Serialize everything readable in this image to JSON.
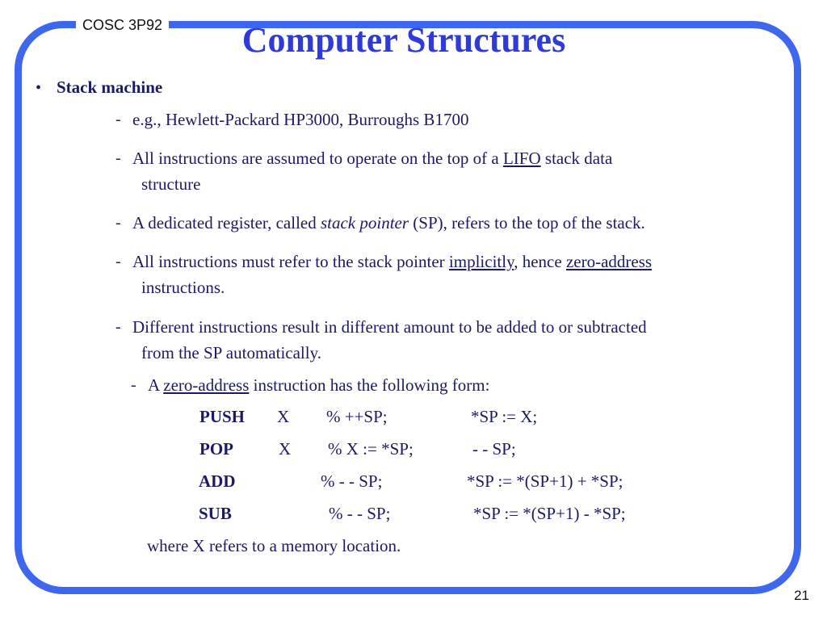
{
  "header": {
    "course": "COSC 3P92",
    "title": "Computer Structures"
  },
  "bullet": {
    "heading": "Stack machine"
  },
  "items": {
    "i1": "e.g., Hewlett-Packard HP3000, Burroughs B1700",
    "i2a": "All instructions are assumed to operate on the top of a ",
    "i2u": "LIFO",
    "i2b": " stack data",
    "i2c": "structure",
    "i3a": "A dedicated register, called ",
    "i3em": "stack pointer",
    "i3b": " (SP),  refers to the top of the stack.",
    "i4a": "All instructions must refer to the stack pointer ",
    "i4u1": "implicitly",
    "i4b": ", hence ",
    "i4u2": "zero-address",
    "i4c": "instructions.",
    "i5a": "Different instructions result in different amount to be added to or subtracted",
    "i5b": "from the SP automatically.",
    "i6a": "A ",
    "i6u": "zero-address",
    "i6b": " instruction has the following form:"
  },
  "instructions": [
    {
      "op": "PUSH",
      "arg": "X",
      "c1": "%  ++SP;",
      "c2": "*SP := X;"
    },
    {
      "op": "POP",
      "arg": "X",
      "c1": "%  X := *SP;",
      "c2": "- - SP;"
    },
    {
      "op": "ADD",
      "arg": "",
      "c1": "%  - - SP;",
      "c2": "*SP := *(SP+1) + *SP;"
    },
    {
      "op": "SUB",
      "arg": "",
      "c1": "% - - SP;",
      "c2": "*SP := *(SP+1) - *SP;"
    }
  ],
  "footer_note": "where X refers to a memory location.",
  "page_number": "21",
  "colors": {
    "frame": "#3d67ee",
    "title": "#2f3bd9",
    "text": "#1a1a66"
  }
}
